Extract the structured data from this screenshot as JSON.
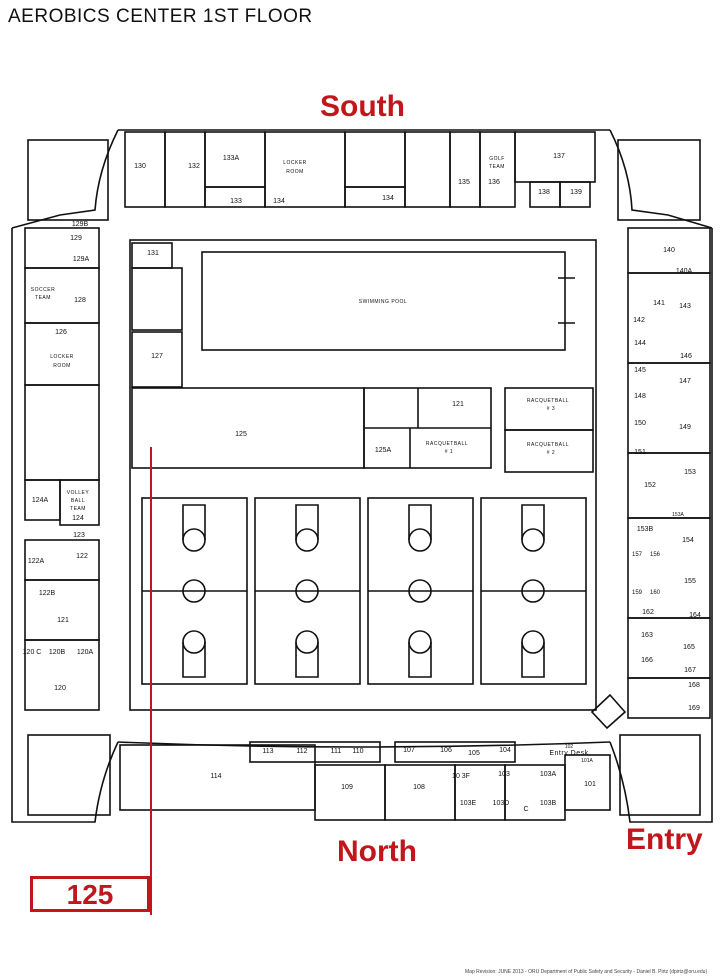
{
  "title": "AEROBICS CENTER 1ST FLOOR",
  "directions": {
    "south": "South",
    "north": "North",
    "entry": "Entry"
  },
  "callout": {
    "label": "125"
  },
  "footer": "Map Revision: JUNE 2013 - ORU Department of Public Safety and Security - Daniel B. Pirtz (dpirtz@oru.edu)",
  "colors": {
    "accent": "#c0161c",
    "lines": "#111111"
  },
  "labels": {
    "swimming_pool": "SWIMMING POOL",
    "racquetball_3": "RACQUETBALL",
    "racquetball_3_num": "# 3",
    "racquetball_2": "RACQUETBALL",
    "racquetball_2_num": "# 2",
    "racquetball_1": "RACQUETBALL",
    "racquetball_1_num": "# 1",
    "locker_room_top_1": "LOCKER",
    "locker_room_top_2": "ROOM",
    "locker_room_left_1": "LOCKER",
    "locker_room_left_2": "ROOM",
    "golf_1": "GOLF",
    "golf_2": "TEAM",
    "soccer_1": "SOCCER",
    "soccer_2": "TEAM",
    "volley_1": "VOLLEY",
    "volley_2": "BALL",
    "volley_3": "TEAM",
    "entry_desk": "Entry Desk"
  },
  "rooms": {
    "r130": "130",
    "r132": "132",
    "r133A": "133A",
    "r133": "133",
    "r134a": "134",
    "r134b": "134",
    "r135": "135",
    "r136": "136",
    "r137": "137",
    "r138": "138",
    "r139": "139",
    "r129B": "129B",
    "r129": "129",
    "r129A": "129A",
    "r128": "128",
    "r126": "126",
    "r131": "131",
    "r127": "127",
    "r125": "125",
    "r125A": "125A",
    "r121a": "121",
    "r124A": "124A",
    "r124": "124",
    "r123": "123",
    "r122A": "122A",
    "r122": "122",
    "r122B": "122B",
    "r121b": "121",
    "r120C": "120 C",
    "r120B": "120B",
    "r120A": "120A",
    "r120": "120",
    "r140": "140",
    "r140A": "140A",
    "r141": "141",
    "r142": "142",
    "r143": "143",
    "r144": "144",
    "r145": "145",
    "r146": "146",
    "r147": "147",
    "r148": "148",
    "r149": "149",
    "r150": "150",
    "r151": "151",
    "r152": "152",
    "r153": "153",
    "r153A": "153A",
    "r153B": "153B",
    "r154": "154",
    "r157": "157",
    "r156": "156",
    "r159": "159",
    "r160": "160",
    "r155": "155",
    "r162": "162",
    "r163": "163",
    "r164": "164",
    "r165": "165",
    "r166": "166",
    "r167": "167",
    "r168": "168",
    "r169": "169",
    "r113": "113",
    "r112": "112",
    "r111": "111",
    "r110": "110",
    "r107": "107",
    "r106": "106",
    "r105": "105",
    "r104": "104",
    "r114": "114",
    "r109": "109",
    "r108": "108",
    "r103F": "10 3F",
    "r103": "103",
    "r103A": "103A",
    "r101A": "101A",
    "r101": "101",
    "r103E": "103E",
    "r103D": "103D",
    "r103C": "C",
    "r103B": "103B",
    "r102": "102"
  }
}
